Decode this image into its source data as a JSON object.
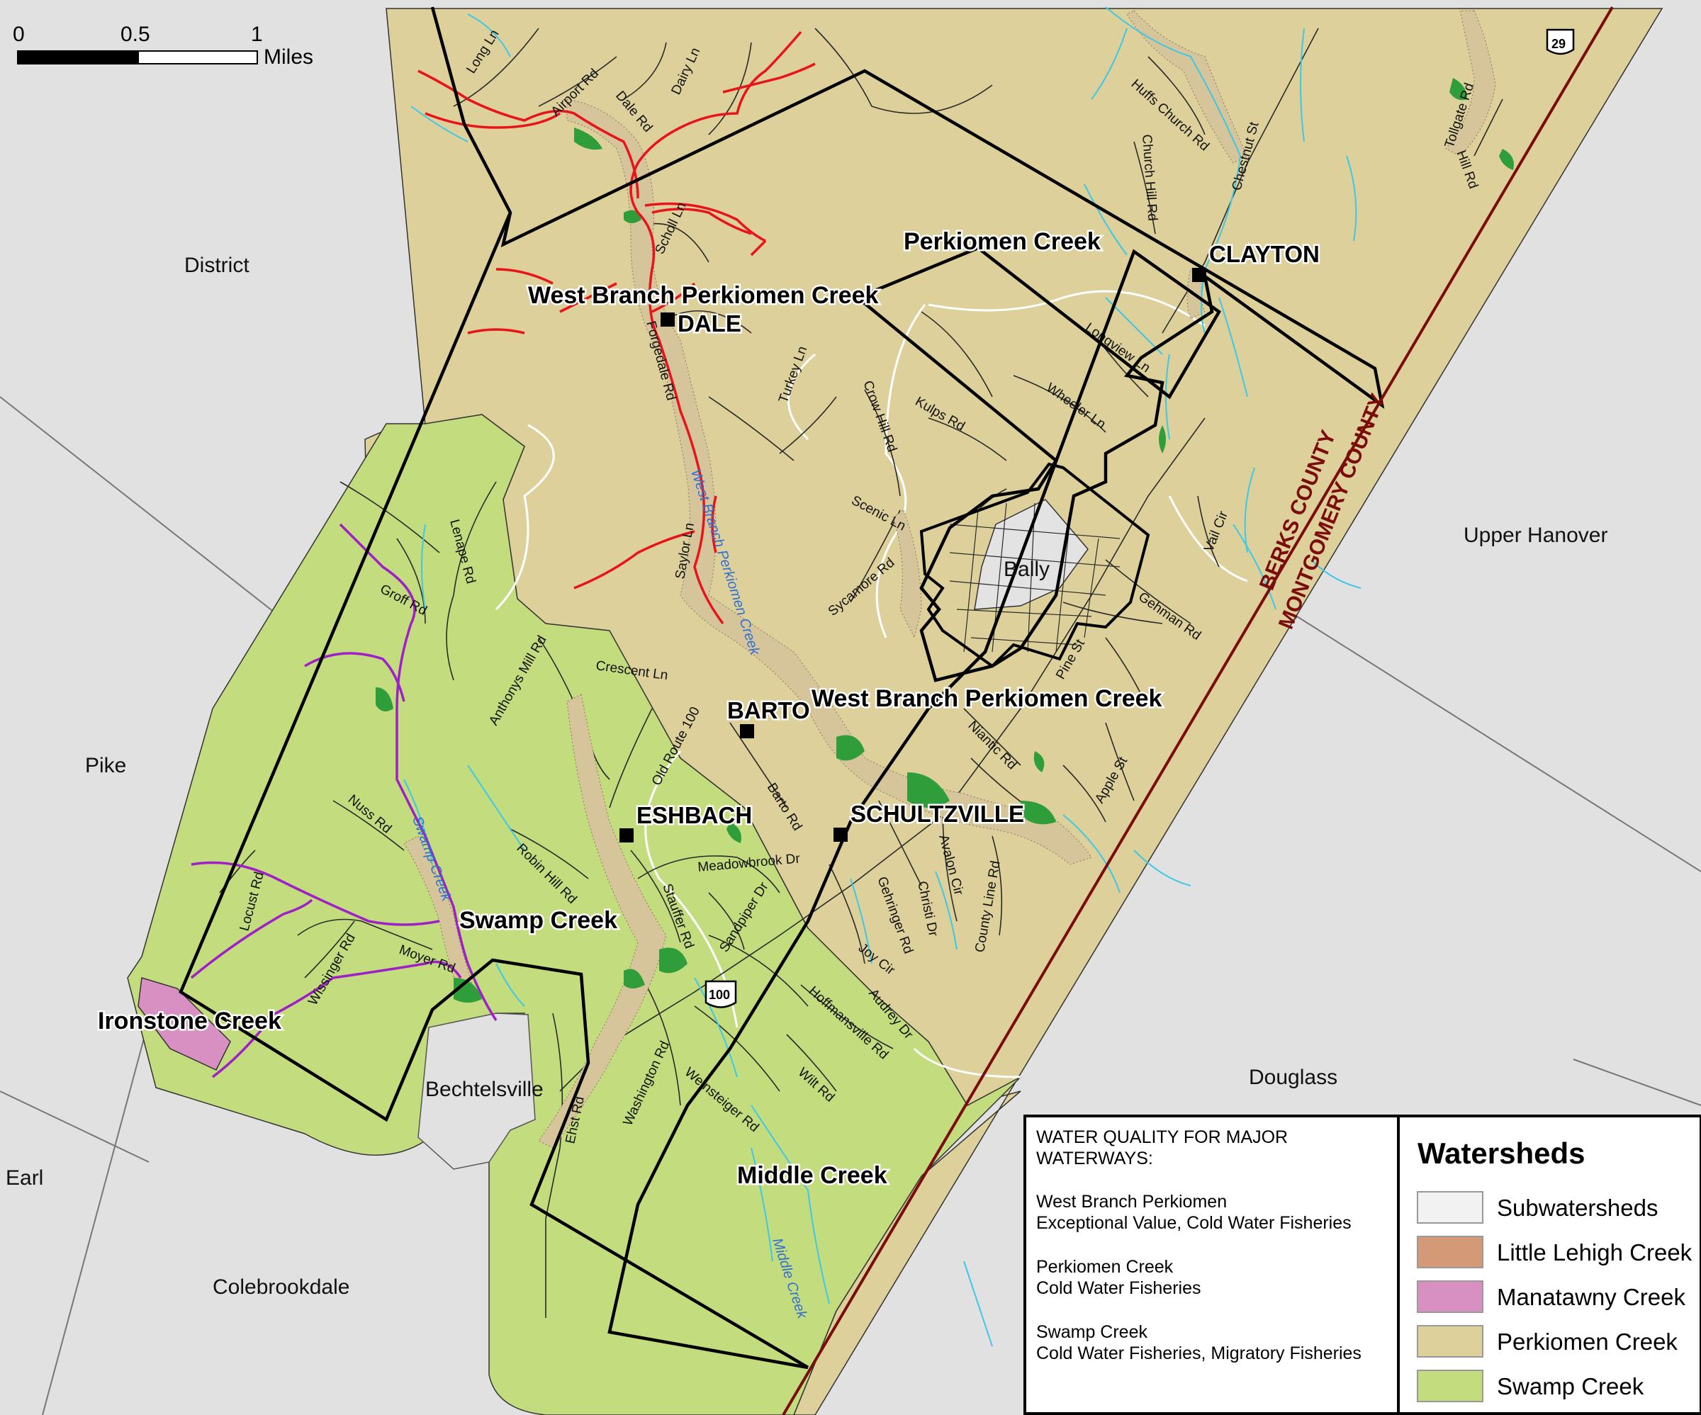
{
  "scale_bar": {
    "ticks": [
      "0",
      "0.5",
      "1"
    ],
    "unit": "Miles"
  },
  "townships": [
    "District",
    "Pike",
    "Earl",
    "Colebrookdale",
    "Douglass",
    "Upper Hanover",
    "Bechtelsville"
  ],
  "boroughs": [
    "Bally"
  ],
  "villages": [
    "DALE",
    "CLAYTON",
    "BARTO",
    "ESHBACH",
    "SCHULTZVILLE"
  ],
  "water_labels": [
    "Perkiomen Creek",
    "West Branch Perkiomen Creek",
    "West Branch Perkiomen Creek",
    "Swamp Creek",
    "Ironstone Creek",
    "Middle Creek"
  ],
  "stream_labels": [
    "West Branch Perkiomen Creek",
    "Swamp Creek",
    "Middle Creek"
  ],
  "roads": [
    "Long Ln",
    "Airport Rd",
    "Dale Rd",
    "Dairy Ln",
    "Scholl Ln",
    "Forgedale Rd",
    "Turkey Ln",
    "Crow Hill Rd",
    "Kulps Rd",
    "Huffs Church Rd",
    "Church Hill Rd",
    "Chestnut St",
    "Tollgate Rd",
    "Hill Rd",
    "Longview Ln",
    "Wheeler Ln",
    "Scenic Ln",
    "Sycamore Rd",
    "Saylor Ln",
    "Lenape Rd",
    "Groff Rd",
    "Anthonys Mill Rd",
    "Crescent Ln",
    "Old Route 100",
    "Barto Rd",
    "Nuss Rd",
    "Robin Hill Rd",
    "Meadowbrook Dr",
    "Stauffer Rd",
    "Sandpiper Dr",
    "Locust Rd",
    "Wissinger Rd",
    "Moyer Rd",
    "Gehringer Rd",
    "Avalon Cir",
    "Christi Dr",
    "County Line Rd",
    "Joy Cir",
    "Audrey Dr",
    "Hoffmansville Rd",
    "Washington Rd",
    "Weinsteiger Rd",
    "Wilt Rd",
    "Ehst Rd",
    "Niantic Rd",
    "Pine St",
    "Apple St",
    "Gehman Rd",
    "Vail Cir"
  ],
  "route_shields": [
    "29",
    "100"
  ],
  "county_labels": [
    "BERKS COUNTY",
    "MONTGOMERY COUNTY"
  ],
  "quality_box": {
    "title_lines": [
      "WATER QUALITY FOR MAJOR",
      "WATERWAYS:"
    ],
    "entries": [
      {
        "name": "West Branch Perkiomen",
        "designation": "Exceptional Value, Cold Water Fisheries"
      },
      {
        "name": "Perkiomen Creek",
        "designation": "Cold Water Fisheries"
      },
      {
        "name": "Swamp Creek",
        "designation": "Cold Water Fisheries, Migratory Fisheries"
      }
    ]
  },
  "legend": {
    "title": "Watersheds",
    "items": [
      {
        "label": "Subwatersheds",
        "color": "#f2f2f2"
      },
      {
        "label": "Little Lehigh Creek",
        "color": "#d49a78"
      },
      {
        "label": "Manatawny Creek",
        "color": "#d890c2"
      },
      {
        "label": "Perkiomen Creek",
        "color": "#ddd09a"
      },
      {
        "label": "Swamp Creek",
        "color": "#c3dc7e"
      }
    ]
  },
  "colors": {
    "background": "#e1e1e1",
    "perkiomen": "#ddd09a",
    "swamp": "#c3dc7e",
    "manatawny": "#d890c2",
    "floodplain": "#d8c8a0",
    "wetland": "#2f9e3a",
    "stream": "#3ec8e8",
    "exceptional_value_stream": "#e8141c",
    "migratory_stream": "#a020c8",
    "county_line": "#7a0c0c",
    "boundary": "#000000"
  }
}
